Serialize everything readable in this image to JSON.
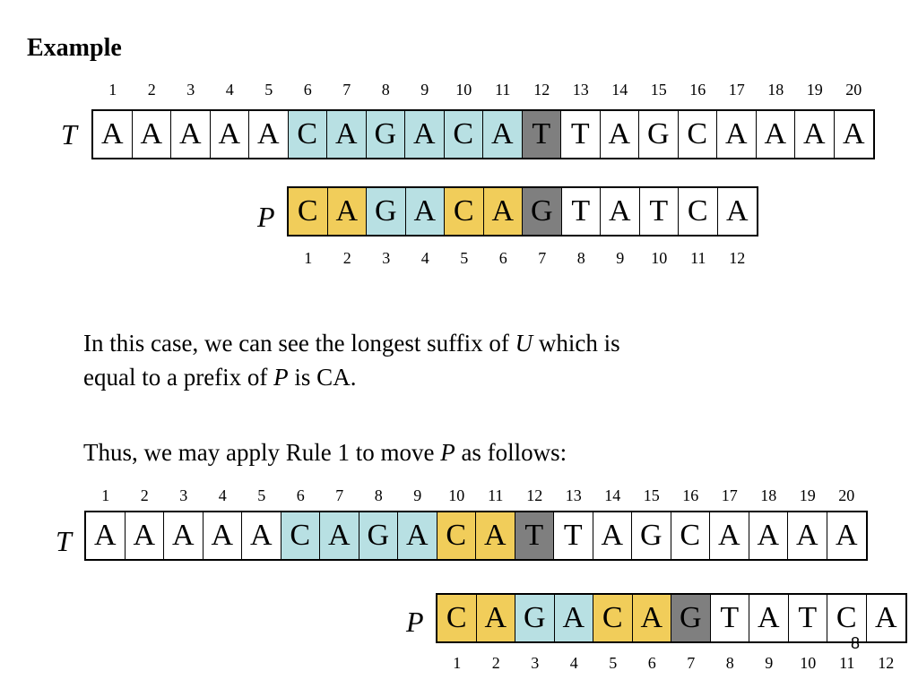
{
  "title": "Example",
  "first": {
    "t_label": "T",
    "t_indices": [
      "1",
      "2",
      "3",
      "4",
      "5",
      "6",
      "7",
      "8",
      "9",
      "10",
      "11",
      "12",
      "13",
      "14",
      "15",
      "16",
      "17",
      "18",
      "19",
      "20"
    ],
    "t_cells": [
      {
        "ch": "A",
        "color": "white"
      },
      {
        "ch": "A",
        "color": "white"
      },
      {
        "ch": "A",
        "color": "white"
      },
      {
        "ch": "A",
        "color": "white"
      },
      {
        "ch": "A",
        "color": "white"
      },
      {
        "ch": "C",
        "color": "blue"
      },
      {
        "ch": "A",
        "color": "blue"
      },
      {
        "ch": "G",
        "color": "blue"
      },
      {
        "ch": "A",
        "color": "blue"
      },
      {
        "ch": "C",
        "color": "blue"
      },
      {
        "ch": "A",
        "color": "blue"
      },
      {
        "ch": "T",
        "color": "gray"
      },
      {
        "ch": "T",
        "color": "white"
      },
      {
        "ch": "A",
        "color": "white"
      },
      {
        "ch": "G",
        "color": "white"
      },
      {
        "ch": "C",
        "color": "white"
      },
      {
        "ch": "A",
        "color": "white"
      },
      {
        "ch": "A",
        "color": "white"
      },
      {
        "ch": "A",
        "color": "white"
      },
      {
        "ch": "A",
        "color": "white"
      }
    ],
    "p_label": "P",
    "p_indices": [
      "1",
      "2",
      "3",
      "4",
      "5",
      "6",
      "7",
      "8",
      "9",
      "10",
      "11",
      "12"
    ],
    "p_cells": [
      {
        "ch": "C",
        "color": "yellow"
      },
      {
        "ch": "A",
        "color": "yellow"
      },
      {
        "ch": "G",
        "color": "blue"
      },
      {
        "ch": "A",
        "color": "blue"
      },
      {
        "ch": "C",
        "color": "yellow"
      },
      {
        "ch": "A",
        "color": "yellow"
      },
      {
        "ch": "G",
        "color": "gray"
      },
      {
        "ch": "T",
        "color": "white"
      },
      {
        "ch": "A",
        "color": "white"
      },
      {
        "ch": "T",
        "color": "white"
      },
      {
        "ch": "C",
        "color": "white"
      },
      {
        "ch": "A",
        "color": "white"
      }
    ]
  },
  "para1": {
    "part1": "In this case, we can see the longest suffix of ",
    "u": "U",
    "part2": " which is",
    "line2a": "equal to a prefix of ",
    "p": "P",
    "line2b": " is CA."
  },
  "para2": {
    "part1": "Thus, we may apply Rule 1 to move ",
    "p": "P",
    "part2": " as follows:"
  },
  "second": {
    "t_label": "T",
    "t_indices": [
      "1",
      "2",
      "3",
      "4",
      "5",
      "6",
      "7",
      "8",
      "9",
      "10",
      "11",
      "12",
      "13",
      "14",
      "15",
      "16",
      "17",
      "18",
      "19",
      "20"
    ],
    "t_cells": [
      {
        "ch": "A",
        "color": "white"
      },
      {
        "ch": "A",
        "color": "white"
      },
      {
        "ch": "A",
        "color": "white"
      },
      {
        "ch": "A",
        "color": "white"
      },
      {
        "ch": "A",
        "color": "white"
      },
      {
        "ch": "C",
        "color": "blue"
      },
      {
        "ch": "A",
        "color": "blue"
      },
      {
        "ch": "G",
        "color": "blue"
      },
      {
        "ch": "A",
        "color": "blue"
      },
      {
        "ch": "C",
        "color": "yellow"
      },
      {
        "ch": "A",
        "color": "yellow"
      },
      {
        "ch": "T",
        "color": "gray"
      },
      {
        "ch": "T",
        "color": "white"
      },
      {
        "ch": "A",
        "color": "white"
      },
      {
        "ch": "G",
        "color": "white"
      },
      {
        "ch": "C",
        "color": "white"
      },
      {
        "ch": "A",
        "color": "white"
      },
      {
        "ch": "A",
        "color": "white"
      },
      {
        "ch": "A",
        "color": "white"
      },
      {
        "ch": "A",
        "color": "white"
      }
    ],
    "p_label": "P",
    "p_indices": [
      "1",
      "2",
      "3",
      "4",
      "5",
      "6",
      "7",
      "8",
      "9",
      "10",
      "11",
      "12"
    ],
    "p_cells": [
      {
        "ch": "C",
        "color": "yellow"
      },
      {
        "ch": "A",
        "color": "yellow"
      },
      {
        "ch": "G",
        "color": "blue"
      },
      {
        "ch": "A",
        "color": "blue"
      },
      {
        "ch": "C",
        "color": "yellow"
      },
      {
        "ch": "A",
        "color": "yellow"
      },
      {
        "ch": "G",
        "color": "gray"
      },
      {
        "ch": "T",
        "color": "white"
      },
      {
        "ch": "A",
        "color": "white"
      },
      {
        "ch": "T",
        "color": "white"
      },
      {
        "ch": "C",
        "color": "white"
      },
      {
        "ch": "A",
        "color": "white"
      }
    ]
  },
  "slide_number": "8",
  "colors": {
    "blue": "#b8e0e3",
    "yellow": "#f1cd5a",
    "gray": "#7f7f7f",
    "white": "#ffffff"
  }
}
